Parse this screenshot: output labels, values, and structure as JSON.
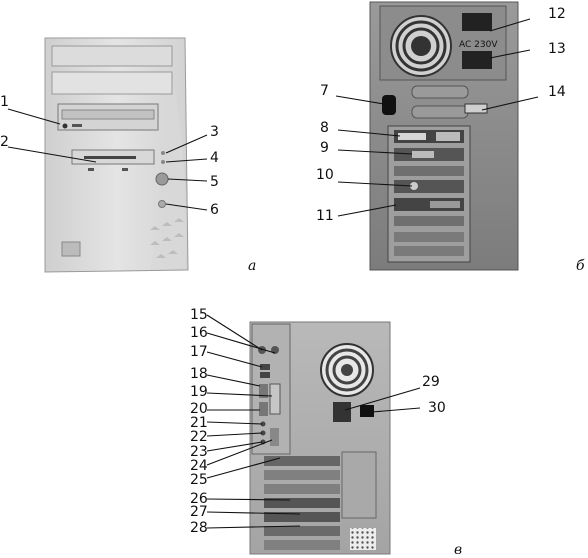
{
  "panels": {
    "a": {
      "letter": "а",
      "labels": [
        "1",
        "2",
        "3",
        "4",
        "5",
        "6"
      ]
    },
    "b": {
      "letter": "б",
      "labels": [
        "7",
        "8",
        "9",
        "10",
        "11",
        "12",
        "13",
        "14"
      ],
      "psu_text": "AC 230V"
    },
    "c": {
      "letter": "в",
      "labels": [
        "15",
        "16",
        "17",
        "18",
        "19",
        "20",
        "21",
        "22",
        "23",
        "24",
        "25",
        "26",
        "27",
        "28",
        "29",
        "30"
      ]
    }
  }
}
